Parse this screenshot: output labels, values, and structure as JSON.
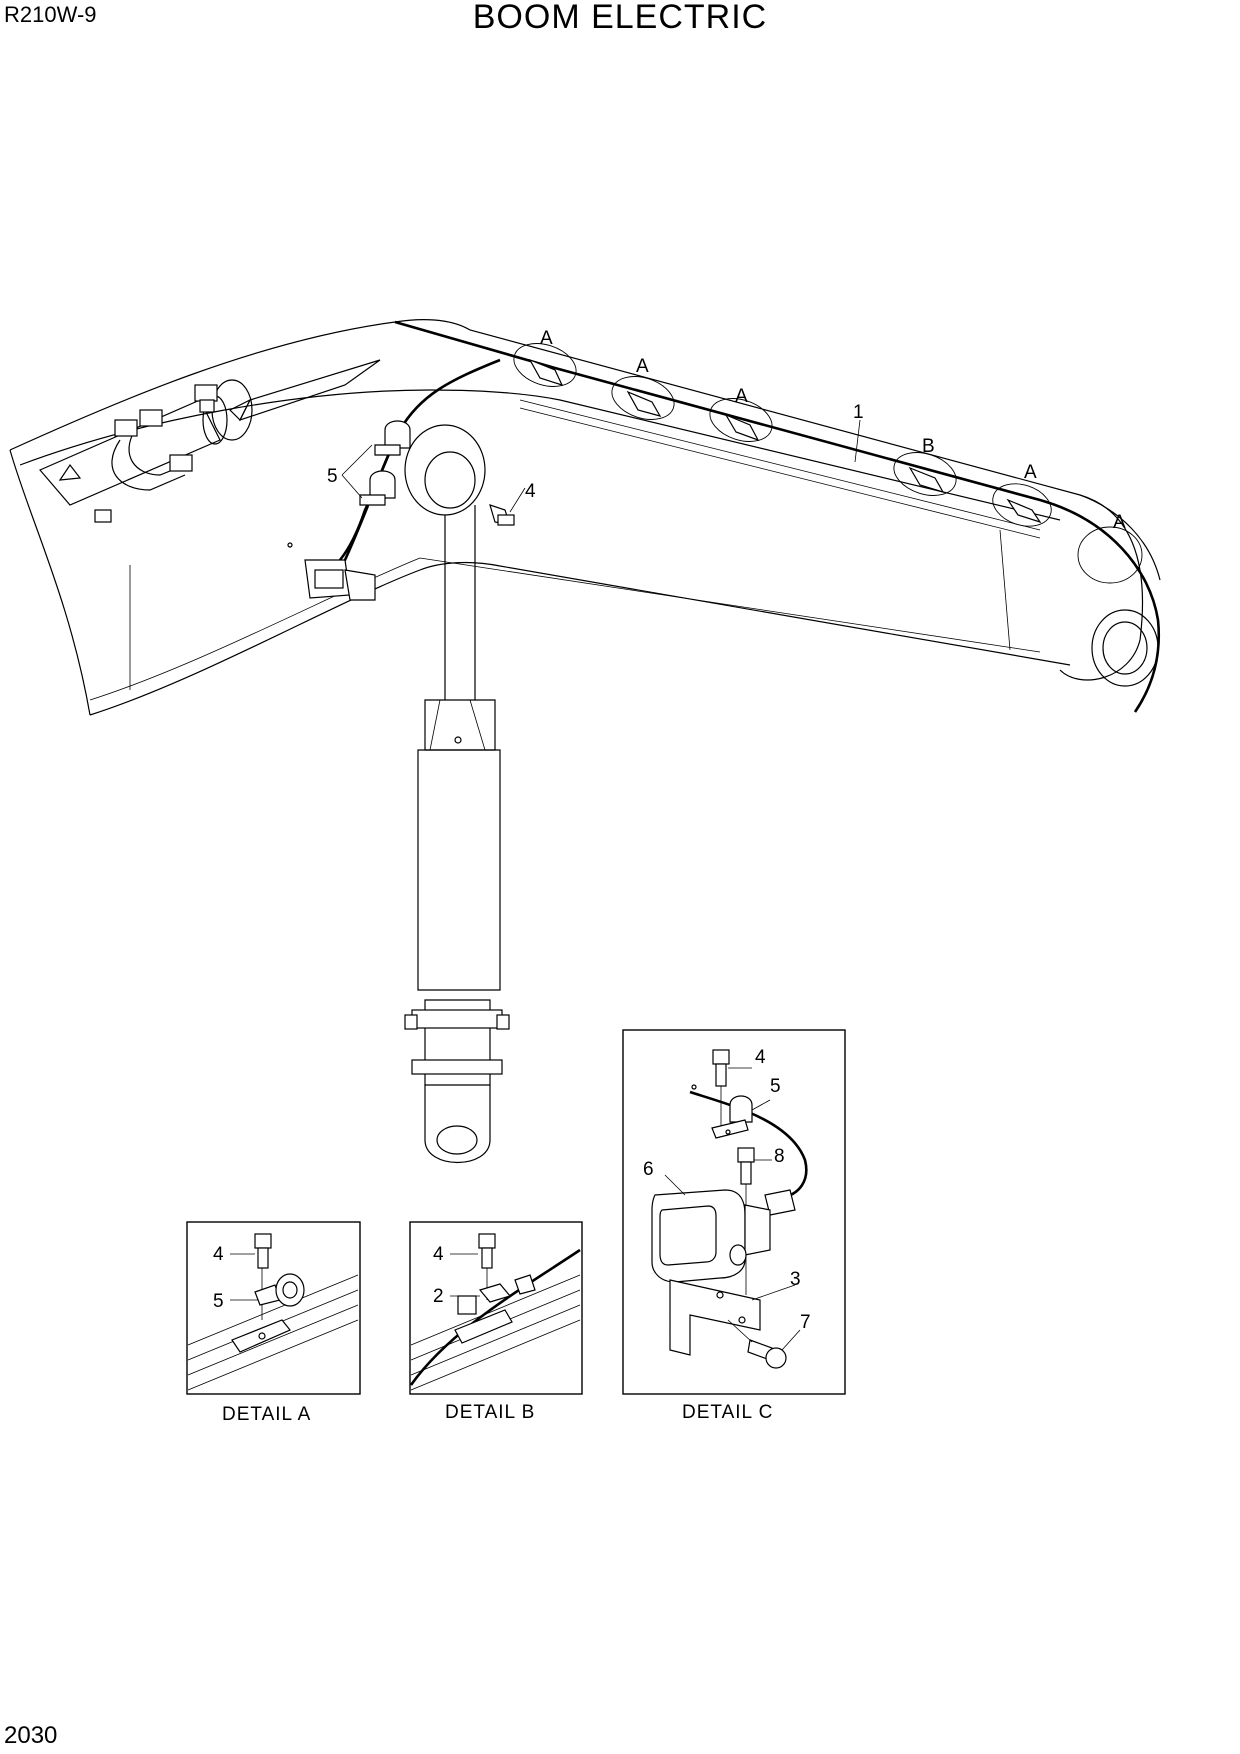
{
  "header": {
    "model": "R210W-9",
    "title": "BOOM ELECTRIC"
  },
  "footer": {
    "page_number": "2030"
  },
  "main_view": {
    "callouts": [
      "A",
      "A",
      "A",
      "1",
      "B",
      "A",
      "A",
      "5",
      "4"
    ]
  },
  "details": [
    {
      "caption": "DETAIL  A",
      "callouts": [
        "4",
        "5"
      ]
    },
    {
      "caption": "DETAIL  B",
      "callouts": [
        "4",
        "2"
      ]
    },
    {
      "caption": "DETAIL  C",
      "callouts": [
        "4",
        "5",
        "8",
        "6",
        "3",
        "7"
      ]
    }
  ]
}
